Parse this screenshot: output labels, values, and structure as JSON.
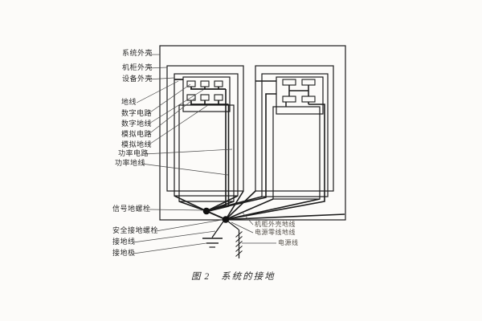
{
  "figure": {
    "caption": {
      "number": "图 2",
      "title": "系统的接地"
    },
    "labels_left": [
      {
        "id": "system-enclosure",
        "text": "系统外壳"
      },
      {
        "id": "cabinet-enclosure",
        "text": "机柜外壳"
      },
      {
        "id": "equipment-enclosure",
        "text": "设备外壳"
      },
      {
        "id": "ground-wire",
        "text": "地线"
      },
      {
        "id": "digital-circuit",
        "text": "数字电路"
      },
      {
        "id": "digital-ground",
        "text": "数字地线"
      },
      {
        "id": "analog-circuit",
        "text": "模拟电路"
      },
      {
        "id": "analog-ground",
        "text": "模拟地线"
      },
      {
        "id": "power-circuit",
        "text": "功率电路"
      },
      {
        "id": "power-ground",
        "text": "功率地线"
      },
      {
        "id": "signal-ground-bolt",
        "text": "信号地螺栓"
      },
      {
        "id": "safety-ground-bolt",
        "text": "安全接地螺栓"
      },
      {
        "id": "grounding-wire",
        "text": "接地线"
      },
      {
        "id": "grounding-electrode",
        "text": "接地极"
      }
    ],
    "labels_right": [
      {
        "id": "cabinet-shell-ground-wire",
        "text": "机柜外壳地线"
      },
      {
        "id": "power-neutral-ground-wire",
        "text": "电源零线地线"
      },
      {
        "id": "power-line",
        "text": "电源线"
      }
    ],
    "colors": {
      "line": "#1c1c1c",
      "leader": "#4a4a4a",
      "background": "#fcfbf9"
    }
  }
}
